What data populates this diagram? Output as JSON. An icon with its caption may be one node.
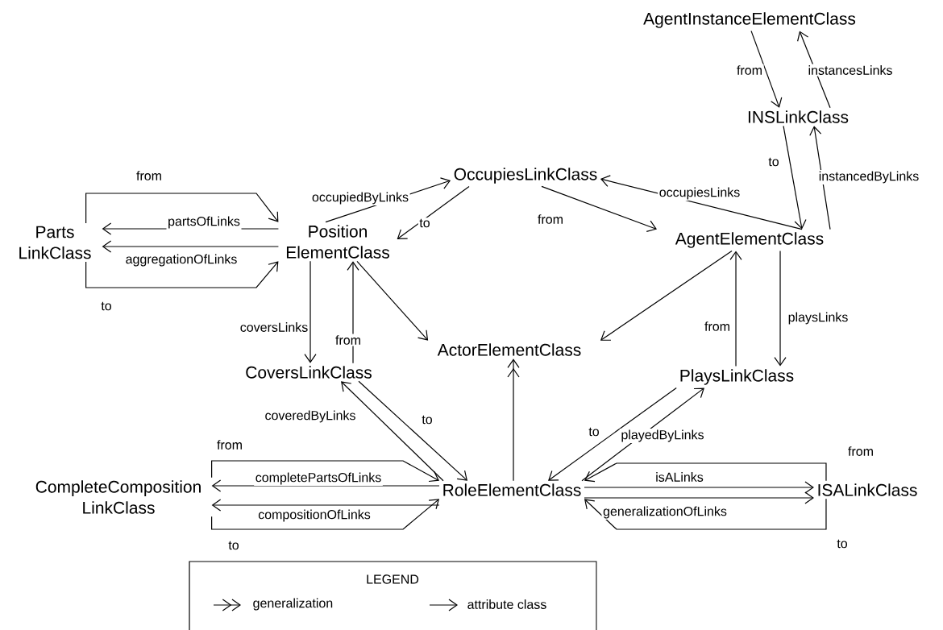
{
  "diagram": {
    "nodes": [
      {
        "text": [
          "AgentInstanceElementClass"
        ]
      },
      {
        "text": [
          "INSLinkClass"
        ]
      },
      {
        "text": [
          "OccupiesLinkClass"
        ]
      },
      {
        "text": [
          "Position ElementClass"
        ]
      },
      {
        "text": [
          "Parts LinkClass"
        ]
      },
      {
        "text": [
          "AgentElementClass"
        ]
      },
      {
        "text": [
          "ActorElementClass"
        ]
      },
      {
        "text": [
          "CoversLinkClass"
        ]
      },
      {
        "text": [
          "PlaysLinkClass"
        ]
      },
      {
        "text": [
          "CompleteComposition LinkClass"
        ]
      },
      {
        "text": [
          "RoleElementClass"
        ]
      },
      {
        "text": [
          "ISALinkClass"
        ]
      }
    ],
    "edges": [
      {
        "from": 0,
        "to": 1,
        "arrow": "to",
        "label": "from"
      },
      {
        "from": 1,
        "to": 0,
        "arrow": "to",
        "label": "instancesLinks"
      },
      {
        "from": 1,
        "to": 5,
        "arrow": "to",
        "label": "to"
      },
      {
        "from": 5,
        "to": 1,
        "arrow": "to",
        "label": "instancedByLinks"
      },
      {
        "from": 5,
        "to": 2,
        "arrow": "to",
        "label": "occupiesLinks"
      },
      {
        "from": 2,
        "to": 5,
        "arrow": "to",
        "label": "from"
      },
      {
        "from": 3,
        "to": 2,
        "arrow": "to",
        "label": "occupiedByLinks"
      },
      {
        "from": 2,
        "to": 3,
        "arrow": "to",
        "label": "to"
      },
      {
        "from": 4,
        "to": 3,
        "arrow": "to",
        "label": "from"
      },
      {
        "from": 3,
        "to": 4,
        "arrow": "to",
        "label": "partsOfLinks"
      },
      {
        "from": 3,
        "to": 4,
        "arrow": "to",
        "label": "aggregationOfLinks"
      },
      {
        "from": 4,
        "to": 3,
        "arrow": "to",
        "label": "to"
      },
      {
        "from": 3,
        "to": 7,
        "arrow": "to",
        "label": "coversLinks"
      },
      {
        "from": 7,
        "to": 3,
        "arrow": "to",
        "label": "from"
      },
      {
        "from": 3,
        "to": 6,
        "arrow": "to"
      },
      {
        "from": 5,
        "to": 6,
        "arrow": "to"
      },
      {
        "from": 5,
        "to": 8,
        "arrow": "to",
        "label": "playsLinks"
      },
      {
        "from": 8,
        "to": 5,
        "arrow": "to",
        "label": "from"
      },
      {
        "from": 10,
        "to": 6,
        "arrow": "to"
      },
      {
        "from": 10,
        "to": 7,
        "arrow": "to",
        "label": "coveredByLinks"
      },
      {
        "from": 7,
        "to": 10,
        "arrow": "to",
        "label": "to"
      },
      {
        "from": 8,
        "to": 10,
        "arrow": "to",
        "label": "to"
      },
      {
        "from": 10,
        "to": 8,
        "arrow": "to",
        "label": "playedByLinks"
      },
      {
        "from": 9,
        "to": 10,
        "arrow": "to",
        "label": "from"
      },
      {
        "from": 10,
        "to": 9,
        "arrow": "to",
        "label": "completePartsOfLinks"
      },
      {
        "from": 10,
        "to": 9,
        "arrow": "to",
        "label": "compositionOfLinks"
      },
      {
        "from": 9,
        "to": 10,
        "arrow": "to",
        "label": "to"
      },
      {
        "from": 10,
        "to": 11,
        "arrow": "to",
        "label": "isALinks"
      },
      {
        "from": 10,
        "to": 11,
        "arrow": "to",
        "label": "generalizationOfLinks"
      },
      {
        "from": 11,
        "to": 10,
        "arrow": "to",
        "label": "from"
      },
      {
        "from": 11,
        "to": 10,
        "arrow": "to",
        "label": "to"
      }
    ],
    "labels": [
      "LEGEND"
    ],
    "legend": [
      {
        "text": "generalization"
      },
      {
        "text": "attribute class"
      }
    ]
  }
}
